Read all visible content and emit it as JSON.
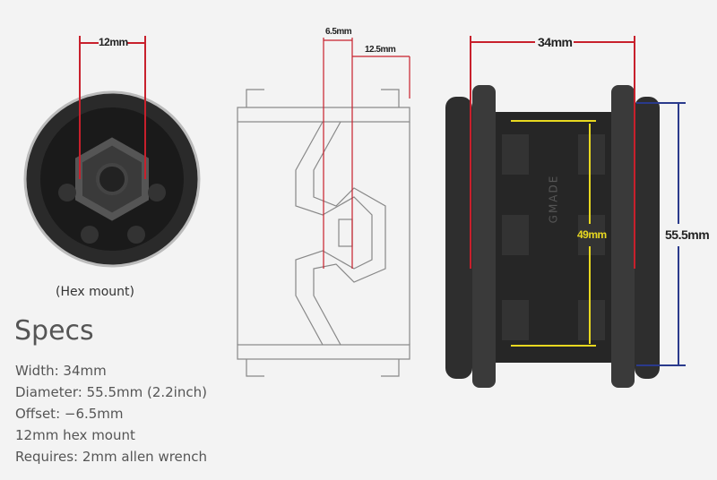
{
  "hex_photo": {
    "dimension_label": "12mm",
    "caption": "(Hex mount)"
  },
  "profile_diagram": {
    "offset_label": "6.5mm",
    "hub_label": "12.5mm"
  },
  "wheel_photo": {
    "width_label": "34mm",
    "diameter_label": "55.5mm",
    "inner_label": "49mm",
    "brand_text": "GMADE"
  },
  "specs": {
    "title": "Specs",
    "items": [
      "Width: 34mm",
      "Diameter: 55.5mm (2.2inch)",
      "Offset: −6.5mm",
      "12mm hex mount",
      "Requires: 2mm allen wrench"
    ]
  },
  "colors": {
    "red": "#c8202c",
    "blue": "#2a3a8c",
    "yellow": "#e8d820"
  }
}
